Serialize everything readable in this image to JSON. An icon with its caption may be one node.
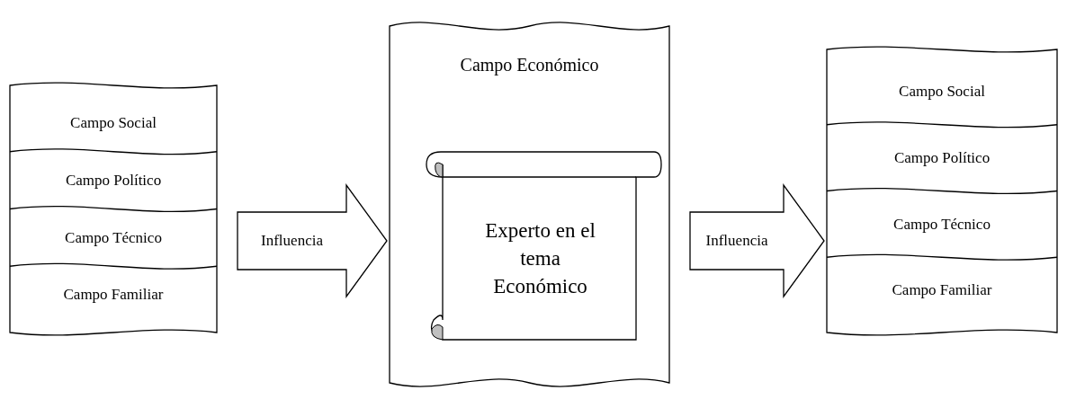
{
  "diagram": {
    "nodes": [
      {
        "text": [],
        "shape": "banner"
      },
      {
        "text": [
          "Campo Social"
        ],
        "in": 0
      },
      {
        "text": [
          "Campo Político"
        ],
        "in": 0
      },
      {
        "text": [
          "Campo Técnico"
        ],
        "in": 0
      },
      {
        "text": [
          "Campo Familiar"
        ],
        "in": 0
      },
      {
        "text": [
          "Campo Económico"
        ]
      },
      {
        "text": [
          "Experto en el tema Económico"
        ],
        "in": 5
      },
      {
        "text": [],
        "shape": "banner"
      },
      {
        "text": [
          "Campo Social"
        ],
        "in": 7
      },
      {
        "text": [
          "Campo Político"
        ],
        "in": 7
      },
      {
        "text": [
          "Campo Técnico"
        ],
        "in": 7
      },
      {
        "text": [
          "Campo Familiar"
        ],
        "in": 7
      }
    ],
    "edges": [
      {
        "from": 0,
        "to": 5,
        "arrow": "to",
        "label": "Influencia"
      },
      {
        "from": 5,
        "to": 7,
        "arrow": "to",
        "label": "Influencia"
      }
    ]
  }
}
